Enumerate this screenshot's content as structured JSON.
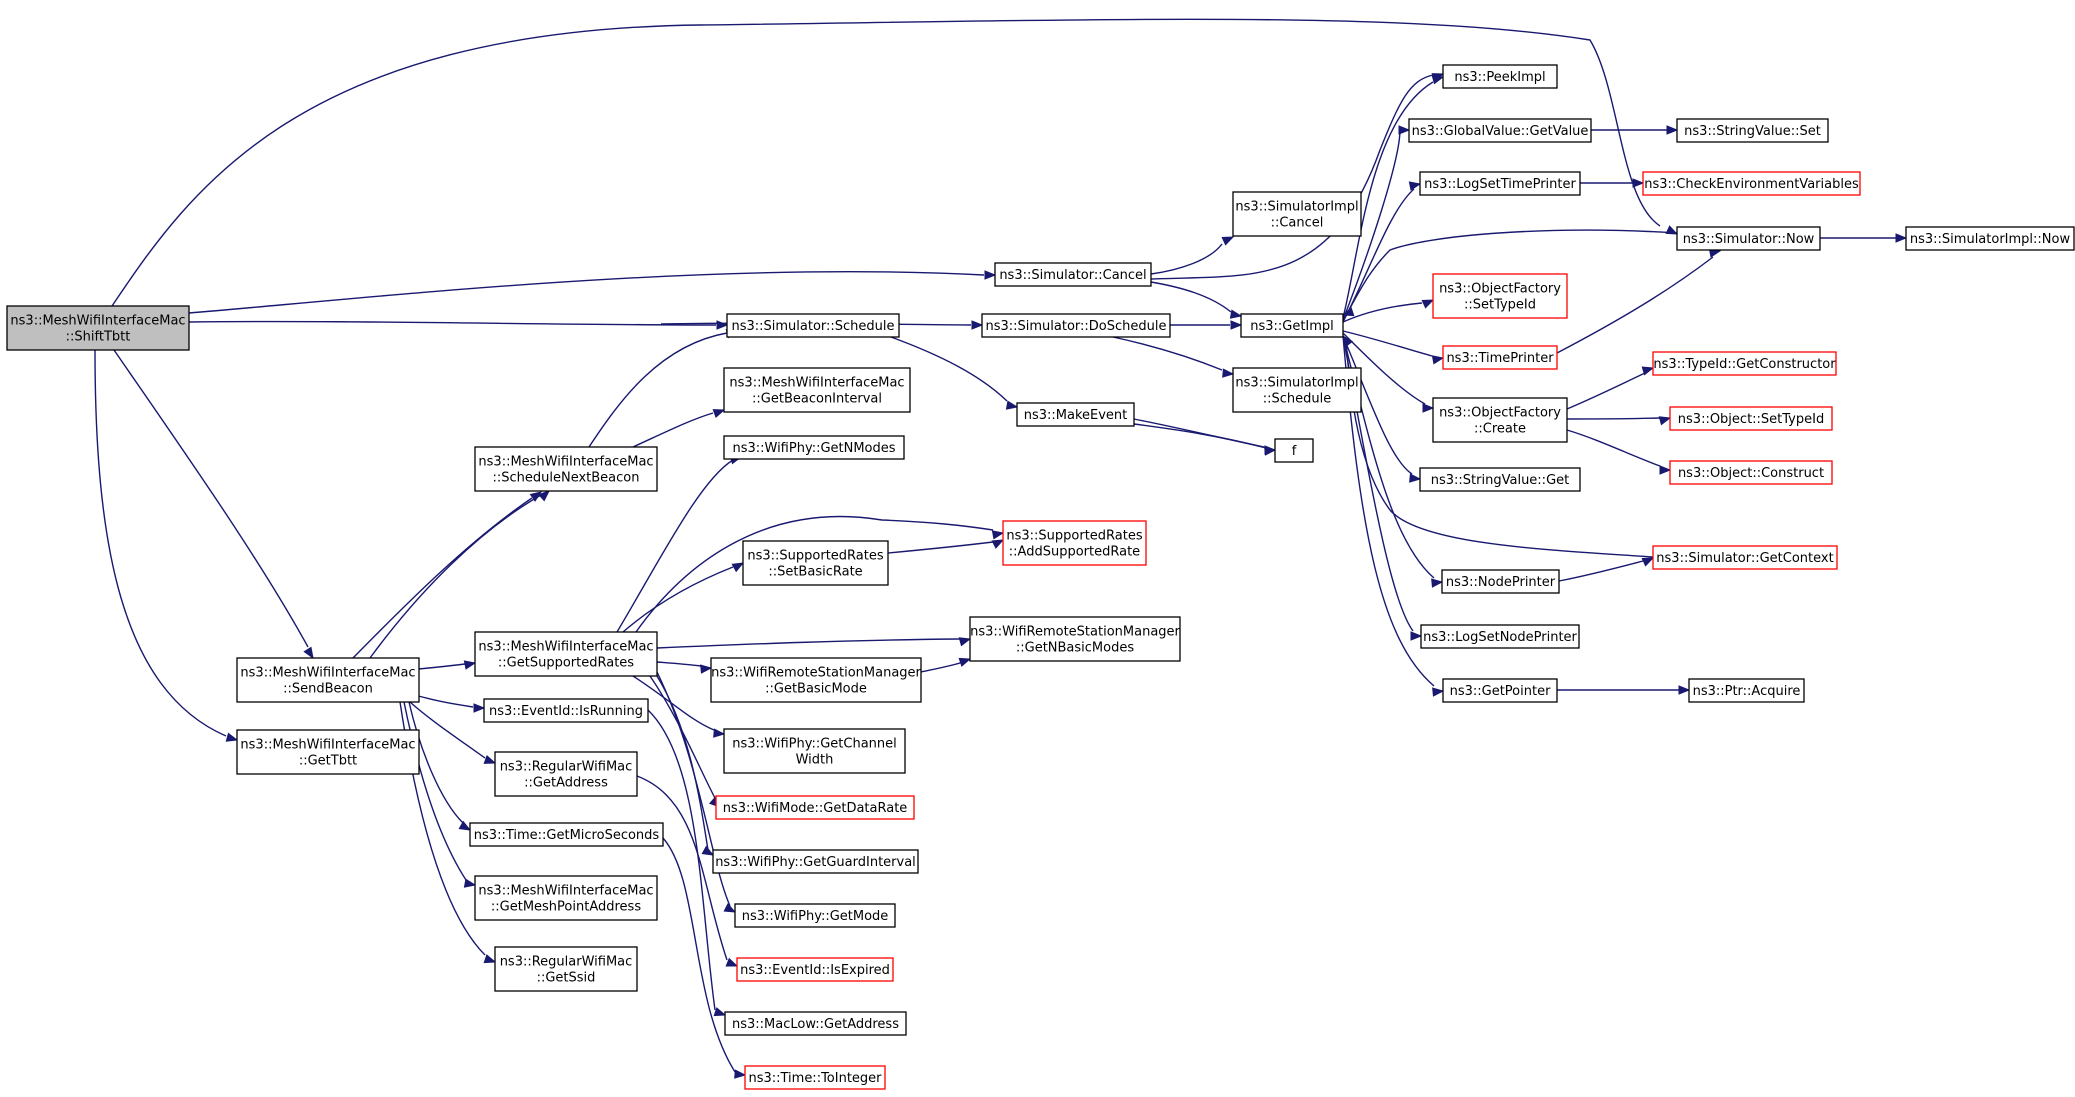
{
  "colors": {
    "edge": "#191970",
    "border_normal": "#000000",
    "border_truncated": "#ff0000",
    "root_fill": "#bfbfbf",
    "fill": "#ffffff"
  },
  "nodes": [
    {
      "id": "shifttbtt",
      "lines": [
        "ns3::MeshWifiInterfaceMac",
        "::ShiftTbtt"
      ],
      "style": "root"
    },
    {
      "id": "sim_cancel",
      "lines": [
        "ns3::Simulator::Cancel"
      ],
      "style": "normal"
    },
    {
      "id": "sim_schedule",
      "lines": [
        "ns3::Simulator::Schedule"
      ],
      "style": "normal"
    },
    {
      "id": "get_beacon_interval",
      "lines": [
        "ns3::MeshWifiInterfaceMac",
        "::GetBeaconInterval"
      ],
      "style": "normal"
    },
    {
      "id": "schedule_next_beacon",
      "lines": [
        "ns3::MeshWifiInterfaceMac",
        "::ScheduleNextBeacon"
      ],
      "style": "normal"
    },
    {
      "id": "send_beacon",
      "lines": [
        "ns3::MeshWifiInterfaceMac",
        "::SendBeacon"
      ],
      "style": "normal"
    },
    {
      "id": "get_tbtt",
      "lines": [
        "ns3::MeshWifiInterfaceMac",
        "::GetTbtt"
      ],
      "style": "normal"
    },
    {
      "id": "get_nmodes",
      "lines": [
        "ns3::WifiPhy::GetNModes"
      ],
      "style": "normal"
    },
    {
      "id": "set_basic_rate",
      "lines": [
        "ns3::SupportedRates",
        "::SetBasicRate"
      ],
      "style": "normal"
    },
    {
      "id": "get_supported_rates",
      "lines": [
        "ns3::MeshWifiInterfaceMac",
        "::GetSupportedRates"
      ],
      "style": "normal"
    },
    {
      "id": "get_basic_mode",
      "lines": [
        "ns3::WifiRemoteStationManager",
        "::GetBasicMode"
      ],
      "style": "normal"
    },
    {
      "id": "eventid_isrunning",
      "lines": [
        "ns3::EventId::IsRunning"
      ],
      "style": "normal"
    },
    {
      "id": "regular_getaddress",
      "lines": [
        "ns3::RegularWifiMac",
        "::GetAddress"
      ],
      "style": "normal"
    },
    {
      "id": "get_channel_width",
      "lines": [
        "ns3::WifiPhy::GetChannel",
        "Width"
      ],
      "style": "normal"
    },
    {
      "id": "get_datarate",
      "lines": [
        "ns3::WifiMode::GetDataRate"
      ],
      "style": "truncated"
    },
    {
      "id": "get_micro",
      "lines": [
        "ns3::Time::GetMicroSeconds"
      ],
      "style": "normal"
    },
    {
      "id": "get_guard",
      "lines": [
        "ns3::WifiPhy::GetGuardInterval"
      ],
      "style": "normal"
    },
    {
      "id": "get_meshpoint",
      "lines": [
        "ns3::MeshWifiInterfaceMac",
        "::GetMeshPointAddress"
      ],
      "style": "normal"
    },
    {
      "id": "get_mode",
      "lines": [
        "ns3::WifiPhy::GetMode"
      ],
      "style": "normal"
    },
    {
      "id": "regular_getssid",
      "lines": [
        "ns3::RegularWifiMac",
        "::GetSsid"
      ],
      "style": "normal"
    },
    {
      "id": "eventid_isexpired",
      "lines": [
        "ns3::EventId::IsExpired"
      ],
      "style": "truncated"
    },
    {
      "id": "maclow_getaddress",
      "lines": [
        "ns3::MacLow::GetAddress"
      ],
      "style": "normal"
    },
    {
      "id": "time_tointeger",
      "lines": [
        "ns3::Time::ToInteger"
      ],
      "style": "truncated"
    },
    {
      "id": "sim_doschedule",
      "lines": [
        "ns3::Simulator::DoSchedule"
      ],
      "style": "normal"
    },
    {
      "id": "make_event",
      "lines": [
        "ns3::MakeEvent"
      ],
      "style": "normal"
    },
    {
      "id": "add_supported_rate",
      "lines": [
        "ns3::SupportedRates",
        "::AddSupportedRate"
      ],
      "style": "truncated"
    },
    {
      "id": "get_nbasic_modes",
      "lines": [
        "ns3::WifiRemoteStationManager",
        "::GetNBasicModes"
      ],
      "style": "normal"
    },
    {
      "id": "simimpl_cancel",
      "lines": [
        "ns3::SimulatorImpl",
        "::Cancel"
      ],
      "style": "normal"
    },
    {
      "id": "get_impl",
      "lines": [
        "ns3::GetImpl"
      ],
      "style": "normal"
    },
    {
      "id": "simimpl_schedule",
      "lines": [
        "ns3::SimulatorImpl",
        "::Schedule"
      ],
      "style": "normal"
    },
    {
      "id": "f",
      "lines": [
        "f"
      ],
      "style": "normal"
    },
    {
      "id": "peek_impl",
      "lines": [
        "ns3::PeekImpl"
      ],
      "style": "normal"
    },
    {
      "id": "global_getvalue",
      "lines": [
        "ns3::GlobalValue::GetValue"
      ],
      "style": "normal"
    },
    {
      "id": "log_set_time_printer",
      "lines": [
        "ns3::LogSetTimePrinter"
      ],
      "style": "normal"
    },
    {
      "id": "of_settypeid",
      "lines": [
        "ns3::ObjectFactory",
        "::SetTypeId"
      ],
      "style": "truncated"
    },
    {
      "id": "time_printer",
      "lines": [
        "ns3::TimePrinter"
      ],
      "style": "truncated"
    },
    {
      "id": "of_create",
      "lines": [
        "ns3::ObjectFactory",
        "::Create"
      ],
      "style": "normal"
    },
    {
      "id": "stringvalue_get",
      "lines": [
        "ns3::StringValue::Get"
      ],
      "style": "normal"
    },
    {
      "id": "node_printer",
      "lines": [
        "ns3::NodePrinter"
      ],
      "style": "normal"
    },
    {
      "id": "log_set_node_printer",
      "lines": [
        "ns3::LogSetNodePrinter"
      ],
      "style": "normal"
    },
    {
      "id": "get_pointer",
      "lines": [
        "ns3::GetPointer"
      ],
      "style": "normal"
    },
    {
      "id": "stringvalue_set",
      "lines": [
        "ns3::StringValue::Set"
      ],
      "style": "normal"
    },
    {
      "id": "check_env",
      "lines": [
        "ns3::CheckEnvironmentVariables"
      ],
      "style": "truncated"
    },
    {
      "id": "sim_now",
      "lines": [
        "ns3::Simulator::Now"
      ],
      "style": "normal"
    },
    {
      "id": "simimpl_now",
      "lines": [
        "ns3::SimulatorImpl::Now"
      ],
      "style": "normal"
    },
    {
      "id": "typeid_getconstructor",
      "lines": [
        "ns3::TypeId::GetConstructor"
      ],
      "style": "truncated"
    },
    {
      "id": "object_settypeid",
      "lines": [
        "ns3::Object::SetTypeId"
      ],
      "style": "truncated"
    },
    {
      "id": "object_construct",
      "lines": [
        "ns3::Object::Construct"
      ],
      "style": "truncated"
    },
    {
      "id": "sim_getcontext",
      "lines": [
        "ns3::Simulator::GetContext"
      ],
      "style": "truncated"
    },
    {
      "id": "ptr_acquire",
      "lines": [
        "ns3::Ptr::Acquire"
      ],
      "style": "normal"
    }
  ]
}
